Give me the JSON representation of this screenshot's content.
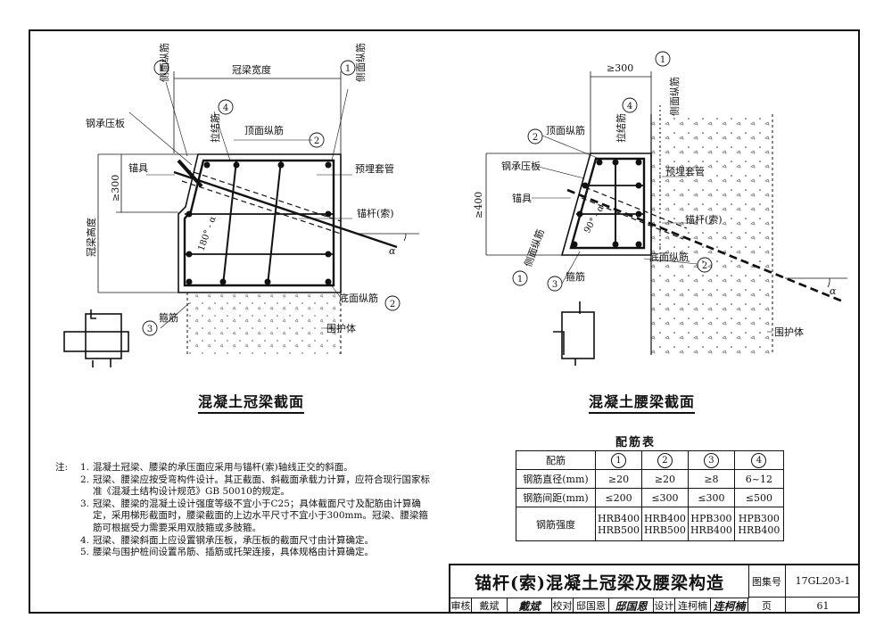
{
  "left_drawing": {
    "caption": "混凝土冠梁截面",
    "labels": {
      "width": "冠梁宽度",
      "height": "冠梁高度",
      "min_300": "≥300",
      "side_bar_left": "侧面纵筋",
      "side_bar_right": "侧面纵筋",
      "tie_bar": "拉结筋",
      "top_bar": "顶面纵筋",
      "bearing_plate": "钢承压板",
      "anchorage": "锚具",
      "sleeve": "预埋套管",
      "anchor": "锚杆(索)",
      "angle": "180° - α",
      "alpha": "α",
      "bottom_bar": "底面纵筋",
      "stirrup": "箍筋",
      "retaining": "围护体"
    }
  },
  "right_drawing": {
    "caption": "混凝土腰梁截面",
    "labels": {
      "min_300": "≥300",
      "min_400": "≥400",
      "side_bar_top": "侧面纵筋",
      "top_bar": "顶面纵筋",
      "tie_bar": "拉结筋",
      "bearing_plate": "钢承压板",
      "sleeve": "预埋套管",
      "anchorage": "锚具",
      "anchor": "锚杆(索)",
      "angle": "90° - α",
      "side_bar_left": "侧面纵筋",
      "bottom_bar": "底面纵筋",
      "stirrup": "箍筋",
      "alpha": "α",
      "retaining": "围护体"
    }
  },
  "circles": [
    "1",
    "2",
    "3",
    "4"
  ],
  "notes": {
    "label": "注:",
    "items": [
      {
        "num": "1.",
        "text": "混凝土冠梁、腰梁的承压面应采用与锚杆(索)轴线正交的斜面。"
      },
      {
        "num": "2.",
        "text": "冠梁、腰梁应按受弯构件设计。其正截面、斜截面承载力计算，应符合现行国家标准《混凝土结构设计规范》GB 50010的规定。"
      },
      {
        "num": "3.",
        "text": "冠梁、腰梁的混凝土设计强度等级不宜小于C25；具体截面尺寸及配筋由计算确定，采用梯形截面时，腰梁截面的上边水平尺寸不宜小于300mm。冠梁、腰梁箍筋可根据受力需要采用双肢箍或多肢箍。"
      },
      {
        "num": "4.",
        "text": "冠梁、腰梁斜面上应设置钢承压板，承压板的截面尺寸由计算确定。"
      },
      {
        "num": "5.",
        "text": "腰梁与围护桩间设置吊筋、插筋或托架连接，具体规格由计算确定。"
      }
    ]
  },
  "rebar_table": {
    "title": "配筋表",
    "header": [
      "配筋",
      "1",
      "2",
      "3",
      "4"
    ],
    "rows": [
      {
        "label": "钢筋直径(mm)",
        "cells": [
          "≥20",
          "≥20",
          "≥8",
          "6~12"
        ]
      },
      {
        "label": "钢筋间距(mm)",
        "cells": [
          "≤200",
          "≤300",
          "≤300",
          "≤500"
        ]
      },
      {
        "label": "钢筋强度",
        "cells": [
          [
            "HRB400",
            "HRB500"
          ],
          [
            "HRB400",
            "HRB500"
          ],
          [
            "HPB300",
            "HRB400"
          ],
          [
            "HPB300",
            "HRB400"
          ]
        ]
      }
    ]
  },
  "title_block": {
    "title": "锚杆(索)混凝土冠梁及腰梁构造",
    "atlas_label": "图集号",
    "atlas_no": "17GL203-1",
    "review_label": "审核",
    "reviewer": "戴斌",
    "reviewer_sig": "戴斌",
    "check_label": "校对",
    "checker": "邸国恩",
    "checker_sig": "邸国恩",
    "design_label": "设计",
    "designer": "连柯楠",
    "designer_sig": "连柯楠",
    "page_label": "页",
    "page_no": "61"
  }
}
